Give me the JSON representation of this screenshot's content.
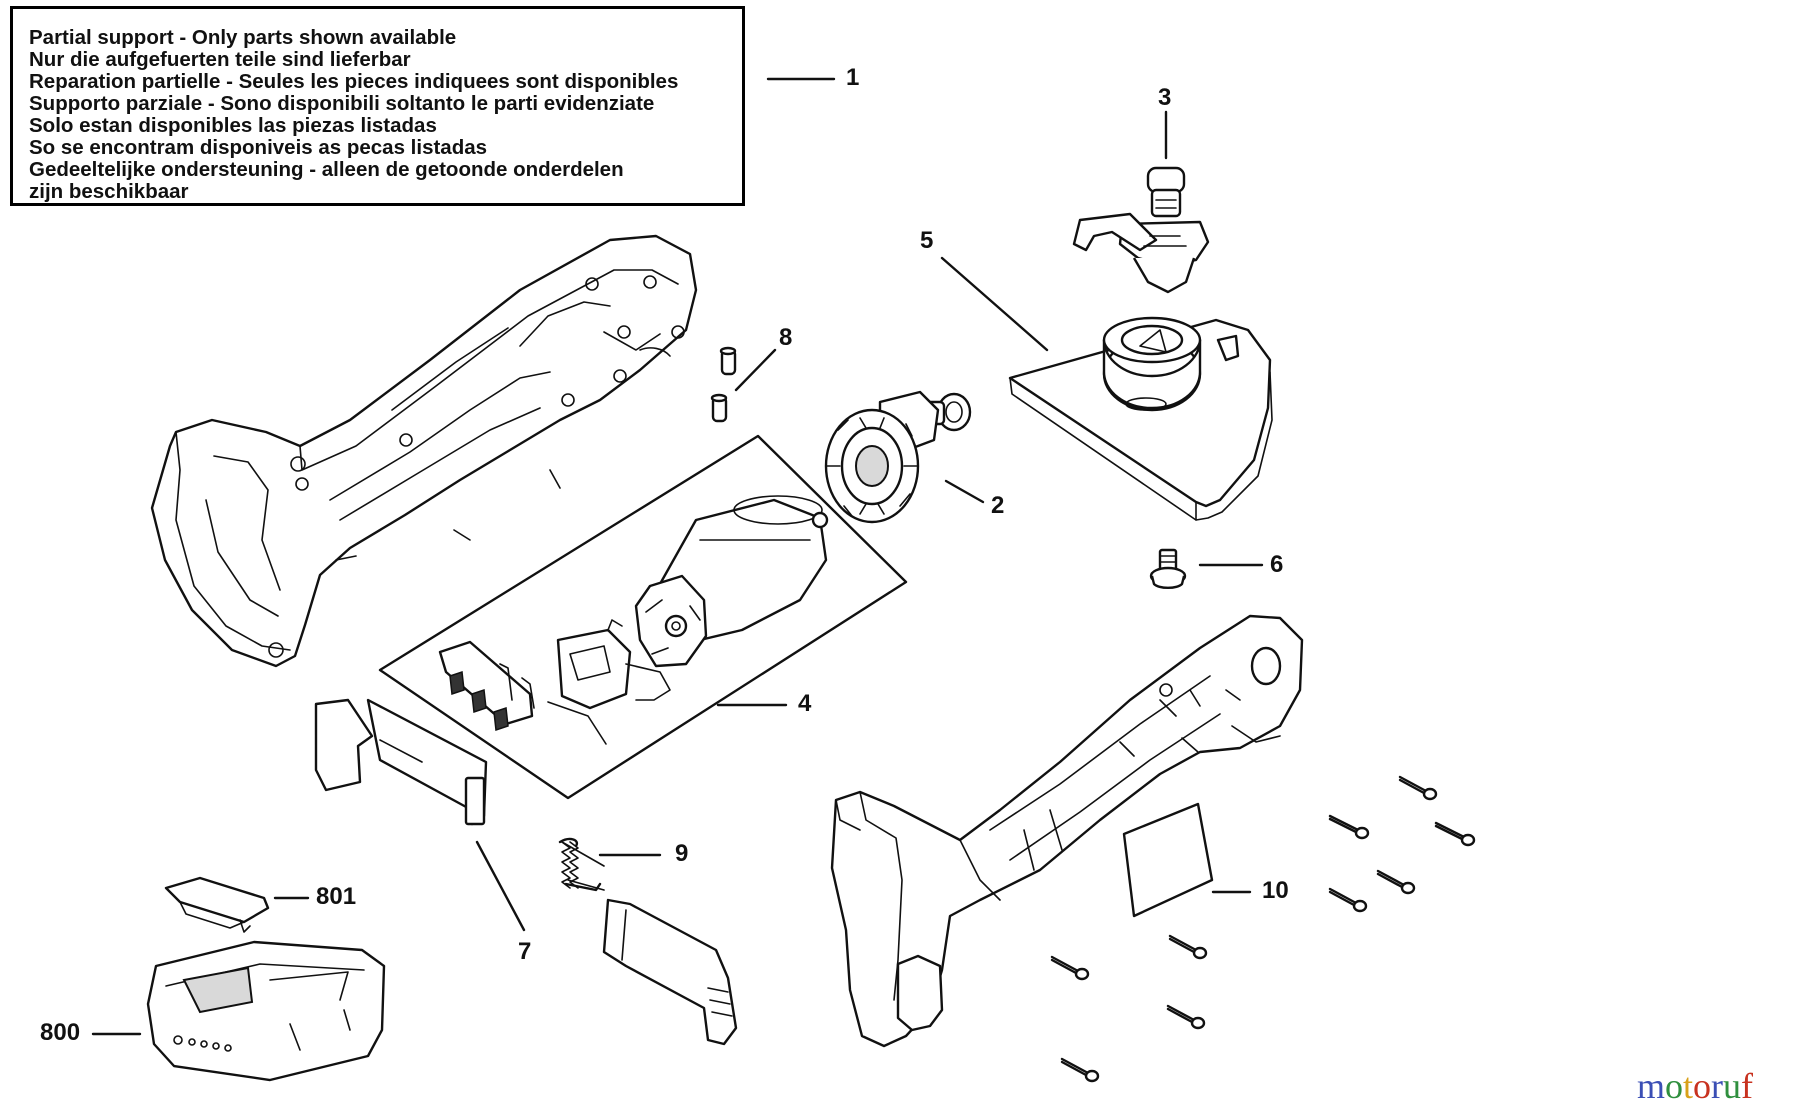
{
  "notice": {
    "lines": [
      "Partial support - Only parts shown available",
      "Nur die aufgefuerten teile sind lieferbar",
      "Reparation partielle - Seules les pieces indiquees sont disponibles",
      "Supporto parziale - Sono disponibili soltanto le parti evidenziate",
      "Solo estan disponibles las piezas listadas",
      "So se encontram disponiveis as pecas listadas",
      "Gedeeltelijke ondersteuning - alleen de getoonde onderdelen",
      "zijn beschikbaar"
    ]
  },
  "callouts": {
    "c1": "1",
    "c2": "2",
    "c3": "3",
    "c4": "4",
    "c5": "5",
    "c6": "6",
    "c7": "7",
    "c8": "8",
    "c9": "9",
    "c10": "10",
    "c800": "800",
    "c801": "801"
  },
  "watermark": {
    "letters": [
      "m",
      "o",
      "t",
      "o",
      "r",
      "u",
      "f"
    ],
    "colors": [
      "#3b4fb5",
      "#2f8f3e",
      "#d9a11a",
      "#c8321f",
      "#3b4fb5",
      "#2f8f3e",
      "#c8321f"
    ]
  },
  "colors": {
    "line": "#111111",
    "background": "#ffffff"
  }
}
